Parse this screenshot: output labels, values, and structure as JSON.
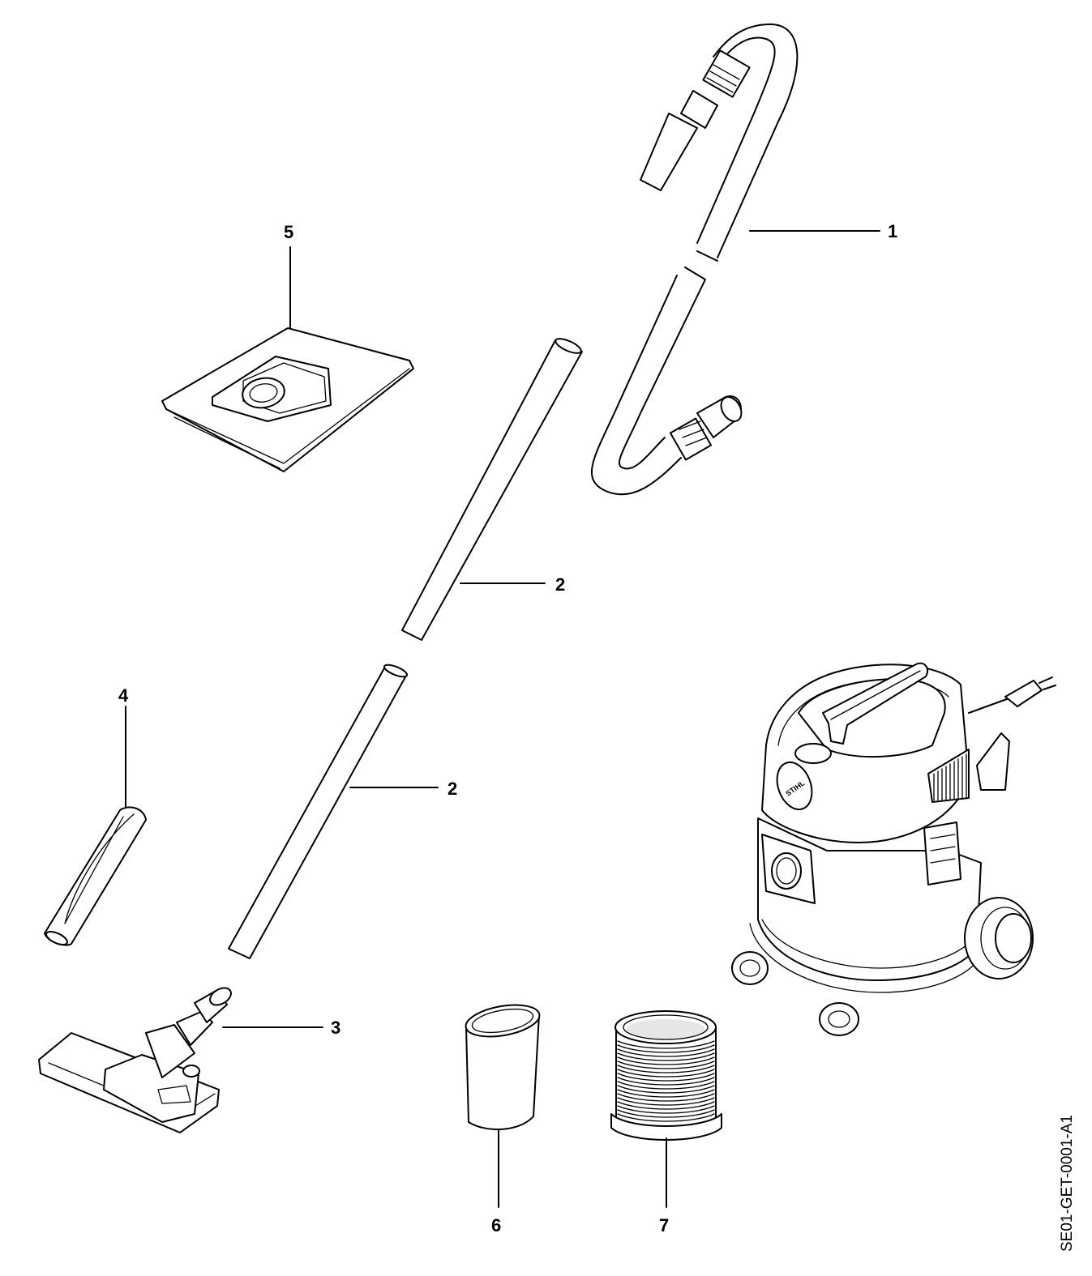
{
  "diagram": {
    "callouts": [
      {
        "id": "1",
        "label": "1"
      },
      {
        "id": "2a",
        "label": "2"
      },
      {
        "id": "2b",
        "label": "2"
      },
      {
        "id": "3",
        "label": "3"
      },
      {
        "id": "4",
        "label": "4"
      },
      {
        "id": "5",
        "label": "5"
      },
      {
        "id": "6",
        "label": "6"
      },
      {
        "id": "7",
        "label": "7"
      }
    ],
    "brand_logo_text": "STIHL",
    "document_id": "SE01-GET-0001-A1"
  }
}
